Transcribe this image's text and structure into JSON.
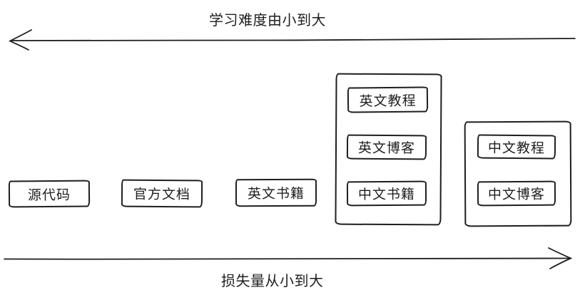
{
  "diagram": {
    "top_axis": {
      "label": "学习难度由小到大",
      "direction": "left"
    },
    "bottom_axis": {
      "label": "损失量从小到大",
      "direction": "right"
    },
    "items": [
      {
        "label": "源代码"
      },
      {
        "label": "官方文档"
      },
      {
        "label": "英文书籍"
      }
    ],
    "groups": [
      {
        "items": [
          {
            "label": "英文教程"
          },
          {
            "label": "英文博客"
          },
          {
            "label": "中文书籍"
          }
        ]
      },
      {
        "items": [
          {
            "label": "中文教程"
          },
          {
            "label": "中文博客"
          }
        ]
      }
    ],
    "colors": {
      "stroke": "#1e1e1e",
      "background": "#ffffff"
    }
  }
}
